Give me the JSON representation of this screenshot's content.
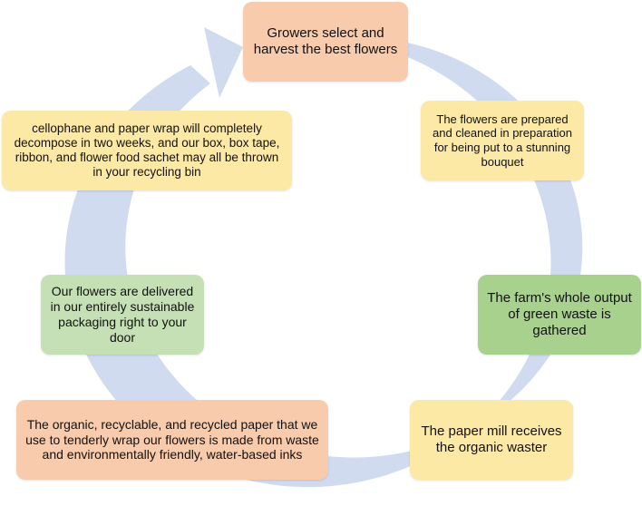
{
  "colors": {
    "ring": "#d0dbef",
    "orange": "#f8cbad",
    "yellow": "#fde9a6",
    "light_green": "#c5e0b4",
    "green": "#a9d18e"
  },
  "steps": [
    {
      "text": "Growers select and harvest the best flowers",
      "color": "orange"
    },
    {
      "text": "The flowers are prepared and cleaned in preparation for being put to a stunning bouquet",
      "color": "yellow"
    },
    {
      "text": "The farm's whole output of green waste is gathered",
      "color": "green"
    },
    {
      "text": "The paper mill receives the organic waster",
      "color": "yellow"
    },
    {
      "text": "The organic, recyclable, and recycled paper that we use to tenderly wrap our flowers is made from waste and environmentally friendly, water-based inks",
      "color": "orange"
    },
    {
      "text": "Our flowers are delivered in our entirely sustainable packaging right to your door",
      "color": "light_green"
    },
    {
      "text": "cellophane and paper wrap will completely decompose in two weeks, and our box, box tape, ribbon, and flower food sachet may all be thrown in your recycling bin",
      "color": "yellow"
    }
  ]
}
